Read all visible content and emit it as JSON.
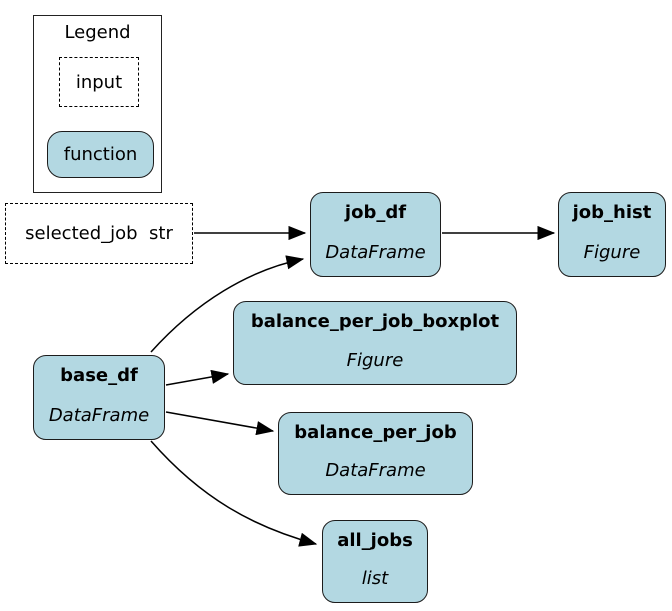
{
  "legend": {
    "title": "Legend",
    "input_label": "input",
    "function_label": "function"
  },
  "nodes": {
    "selected_job": {
      "label": "selected_job  str",
      "kind": "input"
    },
    "job_df": {
      "title": "job_df",
      "type": "DataFrame",
      "kind": "function"
    },
    "job_hist": {
      "title": "job_hist",
      "type": "Figure",
      "kind": "function"
    },
    "balance_per_job_boxplot": {
      "title": "balance_per_job_boxplot",
      "type": "Figure",
      "kind": "function"
    },
    "base_df": {
      "title": "base_df",
      "type": "DataFrame",
      "kind": "function"
    },
    "balance_per_job": {
      "title": "balance_per_job",
      "type": "DataFrame",
      "kind": "function"
    },
    "all_jobs": {
      "title": "all_jobs",
      "type": "list",
      "kind": "function"
    }
  },
  "edges": [
    {
      "from": "selected_job",
      "to": "job_df"
    },
    {
      "from": "job_df",
      "to": "job_hist"
    },
    {
      "from": "base_df",
      "to": "job_df"
    },
    {
      "from": "base_df",
      "to": "balance_per_job_boxplot"
    },
    {
      "from": "base_df",
      "to": "balance_per_job"
    },
    {
      "from": "base_df",
      "to": "all_jobs"
    }
  ],
  "colors": {
    "node_fill": "#b3d8e2",
    "node_border": "#1c1c1c",
    "edge": "#000000",
    "background": "#ffffff"
  }
}
